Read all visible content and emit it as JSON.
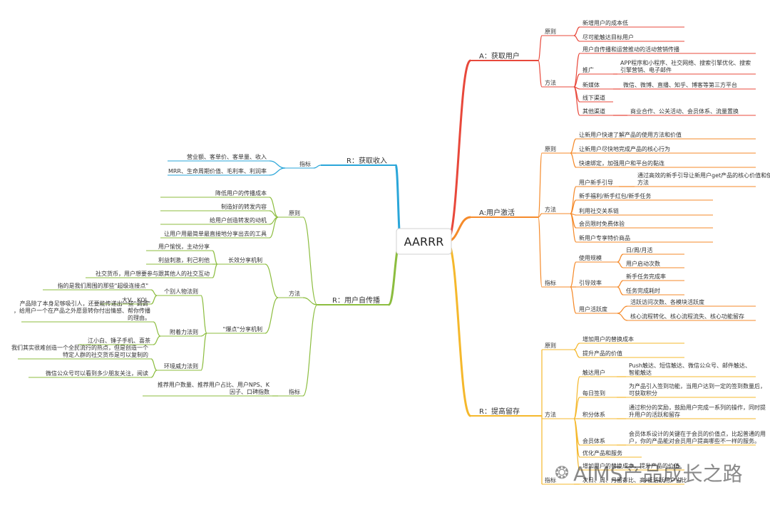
{
  "root": {
    "label": "AARRR"
  },
  "colors": {
    "acquisition": "#e8483b",
    "activation": "#f58a2a",
    "retention": "#f5b82c",
    "revenue": "#2aa6d9",
    "referral": "#8cbd3f"
  },
  "nodes": {
    "acq": "A：获取用户",
    "acq_p": "原则",
    "acq_p1": "新增用户的成本低",
    "acq_p2": "尽可能触达目标用户",
    "acq_m": "方法",
    "acq_m1": "用户自传播和运营推动的活动营销传播",
    "acq_m2": "推广",
    "acq_m2a": "APP程序和小程序、社交网络、搜索引擎优化、搜索引擎营销、电子邮件",
    "acq_m3": "新媒体",
    "acq_m3a": "微信、微博、直播、知乎、博客等第三方平台",
    "acq_m4": "线下渠道",
    "acq_m5": "其他渠道",
    "acq_m5a": "商业合作、公关活动、会员体系、流量置换",
    "act": "A:用户激活",
    "act_p": "原则",
    "act_p1": "让新用户快速了解产品的使用方法和价值",
    "act_p2": "让新用户尽快地完成产品的核心行为",
    "act_p3": "快速绑定，加强用户和平台的黏连",
    "act_m": "方法",
    "act_m1": "用户新手引导",
    "act_m1a": "通过高效的新手引导让新用户get产品的核心价值和使用方法",
    "act_m2": "新手福利/新手红包/新手任务",
    "act_m3": "利用社交关系链",
    "act_m4": "会员限时免费体验",
    "act_m5": "新用户专享特价商品",
    "act_i": "指标",
    "act_i1": "使用规模",
    "act_i1a": "日/周/月活",
    "act_i1b": "用户启动次数",
    "act_i2": "引导效率",
    "act_i2a": "新手任务完成率",
    "act_i2b": "任务完成耗时",
    "act_i3": "用户活跃度",
    "act_i3a": "活跃访问次数、各模块活跃度",
    "act_i3b": "核心流程转化、核心流程流失、核心功能留存",
    "ret": "R：提高留存",
    "ret_p": "原则",
    "ret_p1": "增加用户的替换成本",
    "ret_p2": "提升产品的价值",
    "ret_m": "方法",
    "ret_m1": "触达用户",
    "ret_m1a": "Push触达、短信触达、微信公众号、邮件触达、智能触达",
    "ret_m2": "每日签到",
    "ret_m2a": "为产品引入签到功能，当用户达到一定的签到数量后，可获取积分",
    "ret_m3": "积分体系",
    "ret_m3a": "通过积分的奖励，鼓励用户完成一系列的操作，同时提升用户的活跃和留存",
    "ret_m4": "会员体系",
    "ret_m4a": "会员体系设计的关键在于会员的价值点，比起普通的用户，你的产品能对会员用户提高哪些不一样的服务。",
    "ret_m5": "优化产品和服务",
    "ret_m6": "增加用户的替换成本，提升产品的价值",
    "ret_i": "指标",
    "ret_i1": "次日、周、月留存比、高/低活跃用户占比",
    "rev": "R：获取收入",
    "rev_i": "指标",
    "rev_i1": "营业额、客单价、客单量、收入",
    "rev_i2": "MRR、生命周期价值、毛利率、利润率",
    "ref": "R：用户自传播",
    "ref_p": "原则",
    "ref_p1": "降低用户的传播成本",
    "ref_p2": "制造好的转发内容",
    "ref_p3": "给用户创造转发的动机",
    "ref_p4": "让用户用最简单最直接地分享出去的工具",
    "ref_m": "方法",
    "ref_m1": "长效分享机制",
    "ref_m1a": "用户愉悦，主动分享",
    "ref_m1b": "利益刺激，利己利他",
    "ref_m1c": "社交货币，用户想要参与跟其他人的社交互动",
    "ref_m2": "\"爆点\"分享机制",
    "ref_m2a": "个别人物法则",
    "ref_m2a1": "指的是我们周围的那些\"超级连接点\"",
    "ref_m2a2": "大V、KOL",
    "ref_m2b": "附着力法则",
    "ref_m2b1": "产品除了本身足够吸引人，还要能传递出一些\"调调\"，给用户一个在产品之外愿意转你付出情感、帮你传播的理由。",
    "ref_m2b2": "江小白、锤子手机、喜茶",
    "ref_m2c": "环境威力法则",
    "ref_m2c1": "我们其实很难创造一个全民流行的热点，但是创造一个特定人群的社交货币是可以复制的",
    "ref_m2c2": "微信公众号可以看到多少朋友关注，阅读",
    "ref_i": "指标",
    "ref_i1": "推荐用户数量、推荐用户占比、用户NPS、K因子、口碑指数"
  },
  "watermark": {
    "icon": "wechat-icon",
    "text": "AIMS产品成长之路"
  }
}
